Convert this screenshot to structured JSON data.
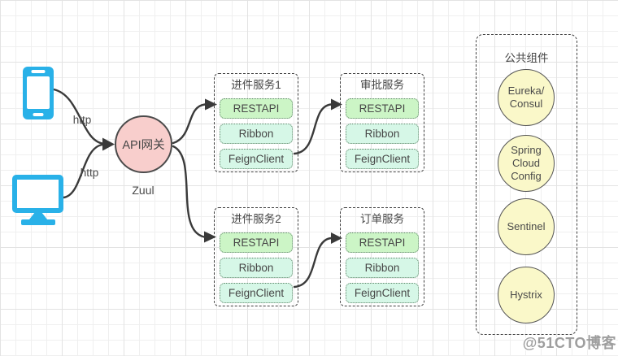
{
  "clients": {
    "mobile_icon": "mobile-phone-icon",
    "desktop_icon": "desktop-monitor-icon",
    "edge_labels": {
      "mobile": "http",
      "desktop": "http"
    }
  },
  "gateway": {
    "label": "API网关",
    "caption": "Zuul"
  },
  "services": [
    {
      "title": "进件服务1",
      "components": [
        "RESTAPI",
        "Ribbon",
        "FeignClient"
      ]
    },
    {
      "title": "审批服务",
      "components": [
        "RESTAPI",
        "Ribbon",
        "FeignClient"
      ]
    },
    {
      "title": "进件服务2",
      "components": [
        "RESTAPI",
        "Ribbon",
        "FeignClient"
      ]
    },
    {
      "title": "订单服务",
      "components": [
        "RESTAPI",
        "Ribbon",
        "FeignClient"
      ]
    }
  ],
  "common_panel": {
    "title": "公共组件",
    "items": [
      "Eureka/\nConsul",
      "Spring\nCloud\nConfig",
      "Sentinel",
      "Hystrix"
    ]
  },
  "watermark": {
    "text": "@51CTO博客"
  },
  "colors": {
    "client_blue": "#29b1e8",
    "gateway_pink": "#f8cecc",
    "restapi_green": "#ccf5c6",
    "component_mint": "#d6f7e7",
    "common_yellow": "#faf8c9",
    "arrow": "#3a3a3a"
  }
}
